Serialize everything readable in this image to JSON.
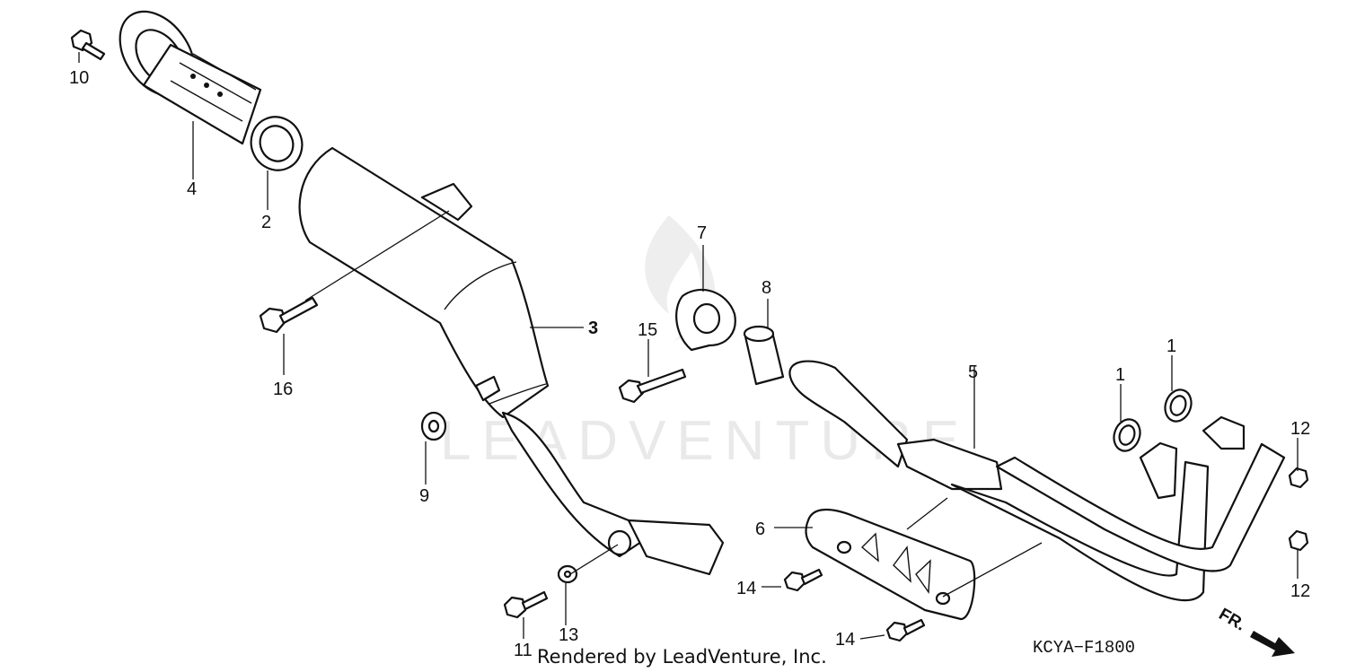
{
  "watermark": {
    "text": "LEADVENTURE"
  },
  "callouts": {
    "c1a": "1",
    "c1b": "1",
    "c2": "2",
    "c3": "3",
    "c4": "4",
    "c5": "5",
    "c6": "6",
    "c7": "7",
    "c8": "8",
    "c9": "9",
    "c10": "10",
    "c11": "11",
    "c12a": "12",
    "c12b": "12",
    "c13": "13",
    "c14a": "14",
    "c14b": "14",
    "c15": "15",
    "c16": "16"
  },
  "direction_marker": {
    "label": "FR."
  },
  "diagram_code": "KCYA−F1800",
  "credit": "Rendered by LeadVenture, Inc.",
  "colors": {
    "line": "#111111",
    "background": "#ffffff",
    "watermark": "#e9e9e9"
  }
}
